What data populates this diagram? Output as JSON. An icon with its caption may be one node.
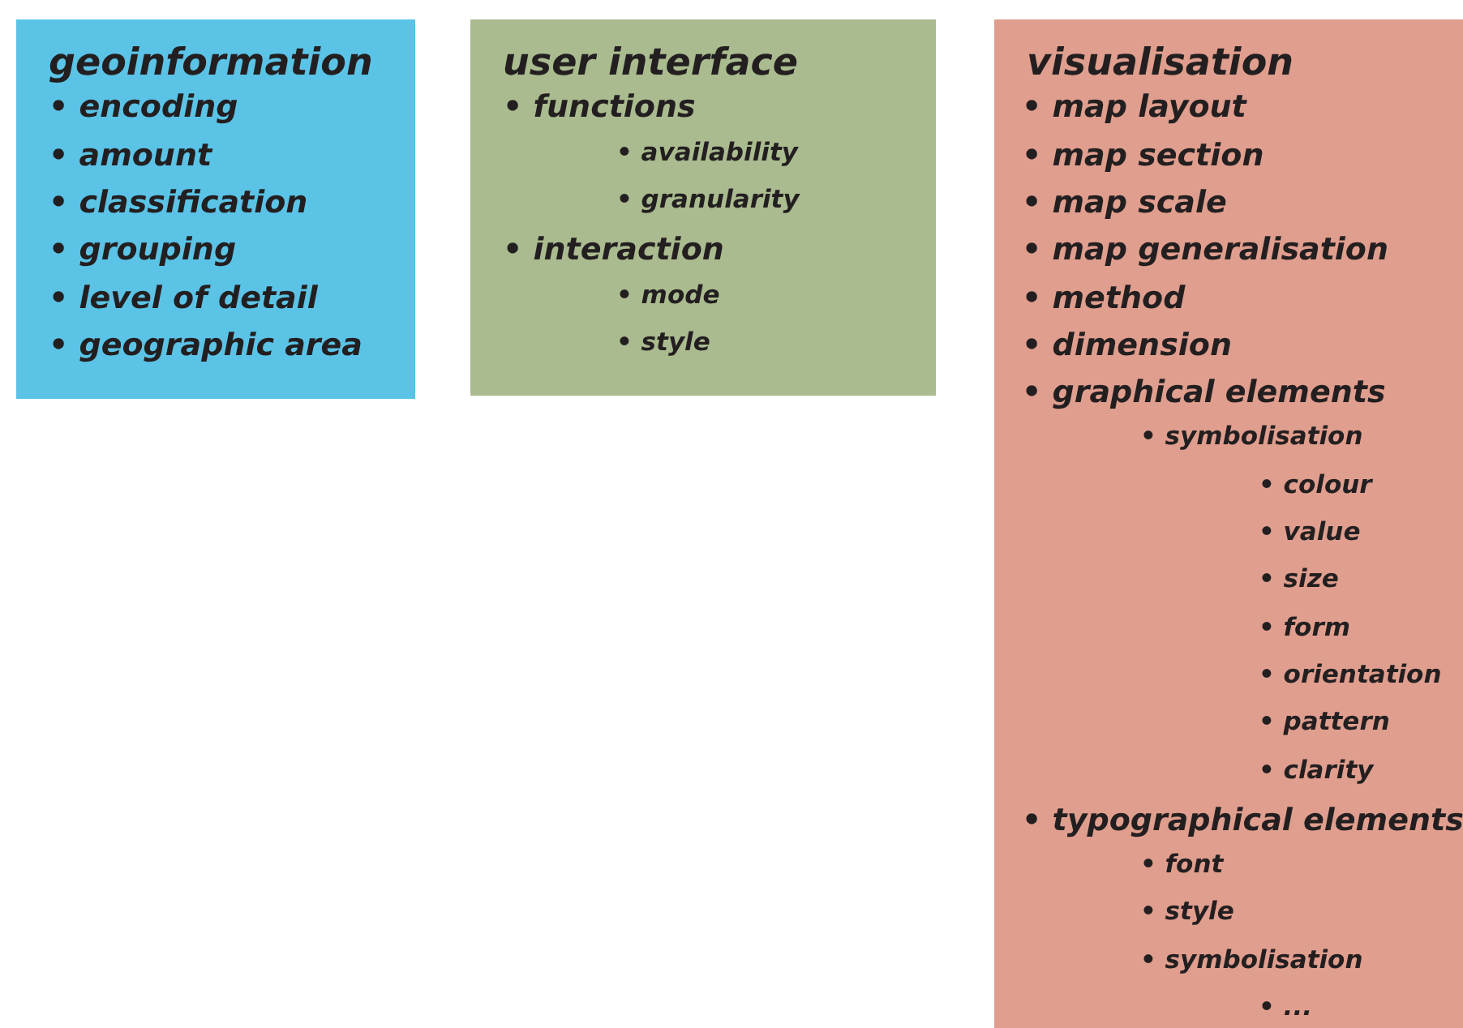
{
  "diagram": {
    "nodes": [
      {
        "text": [
          "geoinformation",
          "• encoding",
          "• amount",
          "• classification",
          "• grouping",
          "• level of detail",
          "• geographic area"
        ]
      },
      {
        "text": [
          "user interface",
          "• functions",
          "• availability",
          "• granularity",
          "• interaction",
          "• mode",
          "• style"
        ]
      },
      {
        "text": [
          "visualisation",
          "• map layout",
          "• map section",
          "• map scale",
          "• map generalisation",
          "• method",
          "• dimension",
          "• graphical elements",
          "• symbolisation",
          "• colour",
          "• value",
          "• size",
          "• form",
          "• orientation",
          "• pattern",
          "• clarity",
          "• typographical elements",
          "• font",
          "• style",
          "• symbolisation",
          "• ..."
        ]
      }
    ]
  }
}
